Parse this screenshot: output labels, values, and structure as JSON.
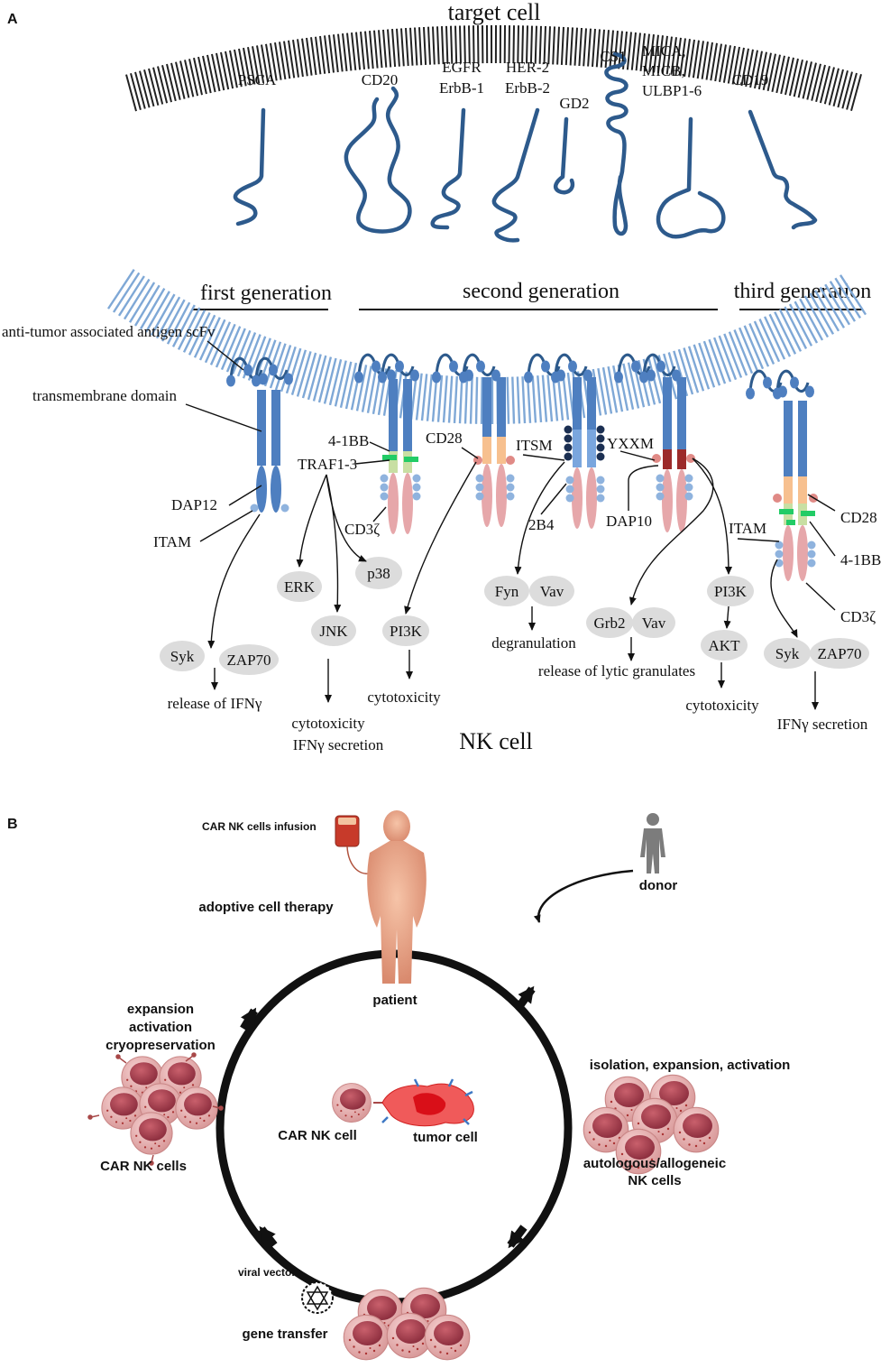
{
  "panel_a": {
    "letter": "A",
    "target_cell": "target cell",
    "nk_cell": "NK cell",
    "antigens": {
      "psca": "PSCA",
      "cd20": "CD20",
      "egfr": [
        "EGFR",
        "ErbB-1"
      ],
      "her2": [
        "HER-2",
        "ErbB-2"
      ],
      "gd2": "GD2",
      "cs1": "CS1",
      "mica": [
        "MICA,",
        "MICB,",
        "ULBP1-6"
      ],
      "cd19": "CD19"
    },
    "generations": {
      "first": "first generation",
      "second": "second generation",
      "third": "third generation"
    },
    "domains": {
      "scfv": "anti-tumor associated antigen scFv",
      "transmembrane": "transmembrane domain",
      "dap12": "DAP12",
      "itam": "ITAM",
      "fourOneBB": "4-1BB",
      "traf": "TRAF1-3",
      "cd3z": "CD3ζ",
      "cd28": "CD28",
      "itsm": "ITSM",
      "yxxm": "YXXM",
      "twoB4": "2B4",
      "dap10": "DAP10",
      "third_itam": "ITAM",
      "third_cd28": "CD28",
      "third_41bb": "4-1BB",
      "third_cd3z": "CD3ζ"
    },
    "molecules": {
      "syk": "Syk",
      "zap70": "ZAP70",
      "erk": "ERK",
      "p38": "p38",
      "jnk": "JNK",
      "pi3k": "PI3K",
      "fyn": "Fyn",
      "vav": "Vav",
      "grb2": "Grb2",
      "vav2": "Vav",
      "pi3k2": "PI3K",
      "akt": "AKT",
      "syk2": "Syk",
      "zap70_2": "ZAP70"
    },
    "outcomes": {
      "ifn_release": "release of IFNγ",
      "cyto_ifn": [
        "cytotoxicity",
        "IFNγ secretion"
      ],
      "cyto1": "cytotoxicity",
      "degranulation": "degranulation",
      "lytic": "release of lytic granulates",
      "cyto2": "cytotoxicity",
      "ifn_secretion": "IFNγ secretion"
    }
  },
  "panel_b": {
    "letter": "B",
    "infusion": "CAR NK cells infusion",
    "adoptive": "adoptive cell therapy",
    "patient": "patient",
    "donor": "donor",
    "isolation": "isolation, expansion, activation",
    "nk_source": [
      "autologous/allogeneic",
      "NK cells"
    ],
    "viral_vector": "viral vector",
    "gene_transfer": "gene transfer",
    "car_nk_cells": "CAR NK cells",
    "steps": [
      "expansion",
      "activation",
      "cryopreservation"
    ],
    "car_nk_cell": "CAR NK cell",
    "tumor_cell": "tumor cell"
  },
  "colors": {
    "antigen": "#2d5a8c",
    "membrane_target": "#222222",
    "membrane_nk": "#7fa8d6",
    "car_blue": "#4e7fc0",
    "cd3z_pink": "#e6a7aa",
    "itam_dot": "#8fb3de",
    "cd28_orange": "#f7c08f",
    "bb_green": "#c8dfa3",
    "traf_green": "#22cc66",
    "itsm_navy": "#1b2f52",
    "dap10_red": "#9c2a2a",
    "yxxm_dot": "#e08a86",
    "nk_cell_fill": "#e8b8b8",
    "nk_nucleus": "#b04a5a",
    "tumor_red": "#e0242a"
  }
}
